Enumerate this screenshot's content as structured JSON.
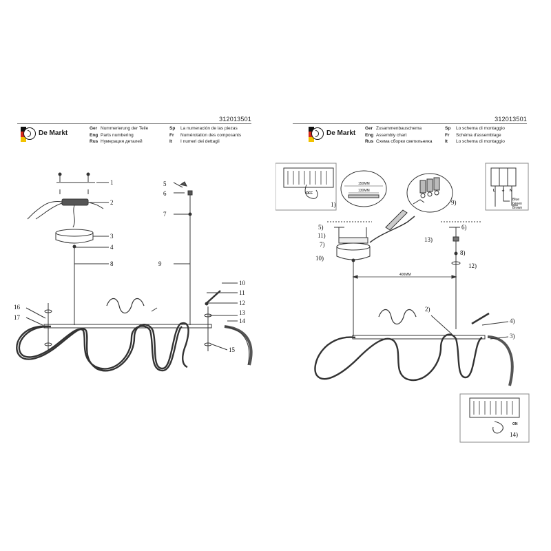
{
  "sheets": [
    {
      "id": "parts-numbering",
      "sku": "312013501",
      "brand": "De Markt",
      "titles": [
        {
          "code": "Ger",
          "text": "Nummerierung der Teile",
          "code2": "Sp",
          "text2": "La numeración de las piezas"
        },
        {
          "code": "Eng",
          "text": "Parts numbering",
          "code2": "Fr",
          "text2": "Numérotation des composants"
        },
        {
          "code": "Rus",
          "text": "Нумерация деталей",
          "code2": "It",
          "text2": "I numeri dei dettagli"
        }
      ],
      "callouts": [
        "1",
        "2",
        "3",
        "4",
        "5",
        "6",
        "7",
        "8",
        "9",
        "10",
        "11",
        "12",
        "13",
        "14",
        "15",
        "16",
        "17"
      ]
    },
    {
      "id": "assembly-chart",
      "sku": "312013501",
      "brand": "De Markt",
      "titles": [
        {
          "code": "Ger",
          "text": "Zusammenbauschema",
          "code2": "Sp",
          "text2": "Lo schema di montaggio"
        },
        {
          "code": "Eng",
          "text": "Assembly chart",
          "code2": "Fr",
          "text2": "Schéma d'assemblage"
        },
        {
          "code": "Rus",
          "text": "Схема сборки светильника",
          "code2": "It",
          "text2": "Lo schema di montaggio"
        }
      ],
      "steps": [
        "1)",
        "2)",
        "3)",
        "4)",
        "5)",
        "6)",
        "7)",
        "8)",
        "9)",
        "10)",
        "11)",
        "12)",
        "13)",
        "14)"
      ],
      "labels": {
        "off": "OFF",
        "on": "ON",
        "dim_outer": "150MM",
        "dim_inner": "130MM",
        "dim_span": "400MM",
        "terminal_l": "L",
        "terminal_earth": "⏚",
        "terminal_n": "N",
        "wire_blue": "Blue",
        "wire_green": "Green",
        "wire_brown": "Brown"
      }
    }
  ],
  "colors": {
    "line": "#333333",
    "flag_black": "#111111",
    "flag_red": "#d62718",
    "flag_gold": "#f2c200"
  }
}
